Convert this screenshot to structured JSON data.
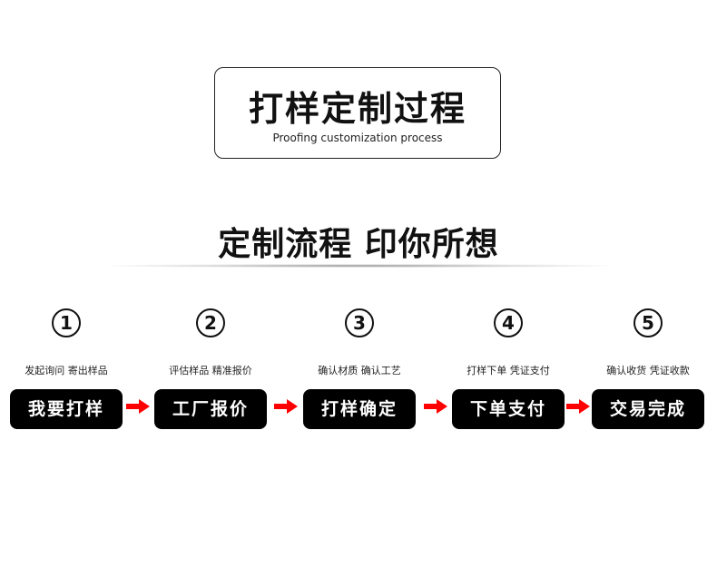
{
  "title": {
    "main": "打样定制过程",
    "sub": "Proofing customization process"
  },
  "headline": "定制流程 印你所想",
  "steps": [
    {
      "number": "1",
      "desc": "发起询问  寄出样品",
      "label": "我要打样"
    },
    {
      "number": "2",
      "desc": "评估样品  精准报价",
      "label": "工厂报价"
    },
    {
      "number": "3",
      "desc": "确认材质  确认工艺",
      "label": "打样确定"
    },
    {
      "number": "4",
      "desc": "打样下单  凭证支付",
      "label": "下单支付"
    },
    {
      "number": "5",
      "desc": "确认收货  凭证收款",
      "label": "交易完成"
    }
  ],
  "colors": {
    "pill": "#000000",
    "arrow": "#ff0000",
    "text": "#111111"
  }
}
